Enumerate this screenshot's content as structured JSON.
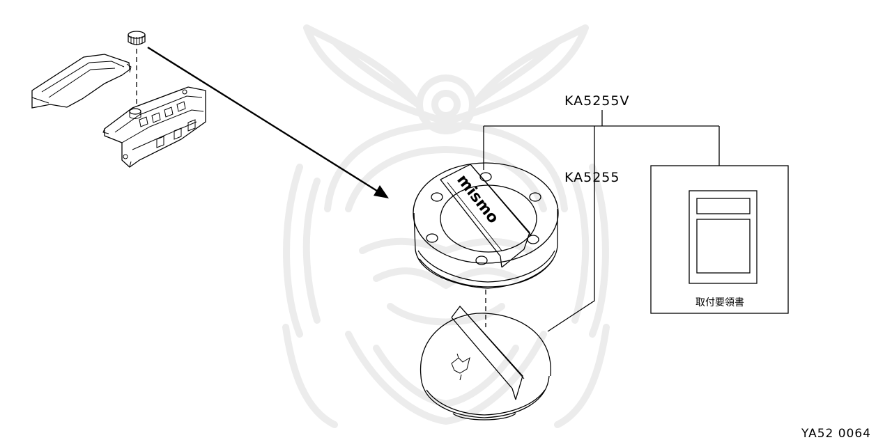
{
  "diagram": {
    "part_numbers": {
      "kit": "KA5255V",
      "cap": "KA5255"
    },
    "cap_logo_text": "mismo",
    "instruction_sheet_caption": "取付要領書",
    "reference_code": "YA52 0064"
  }
}
